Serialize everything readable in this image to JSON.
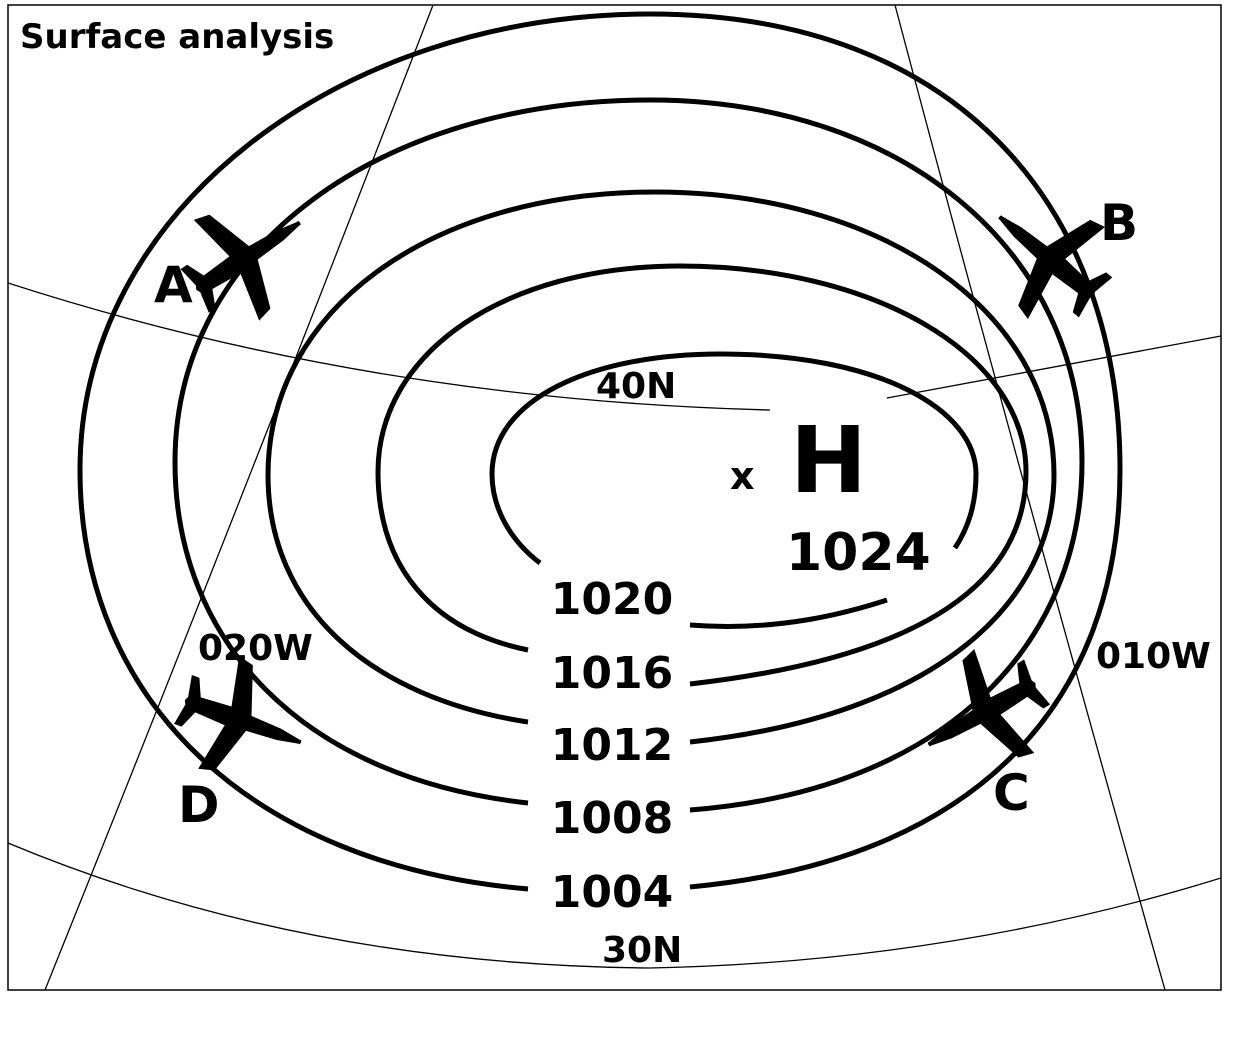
{
  "title": "Surface analysis",
  "high_pressure": {
    "symbol": "H",
    "center_marker": "x",
    "value": "1024"
  },
  "isobars": [
    "1020",
    "1016",
    "1012",
    "1008",
    "1004"
  ],
  "grid_labels": {
    "lat_40": "40N",
    "lat_30": "30N",
    "lon_020w": "020W",
    "lon_010w": "010W"
  },
  "aircraft": [
    {
      "label": "A",
      "icon": "airplane-icon"
    },
    {
      "label": "B",
      "icon": "airplane-icon"
    },
    {
      "label": "C",
      "icon": "airplane-icon"
    },
    {
      "label": "D",
      "icon": "airplane-icon"
    }
  ],
  "colors": {
    "line": "#000000",
    "background": "#ffffff"
  }
}
